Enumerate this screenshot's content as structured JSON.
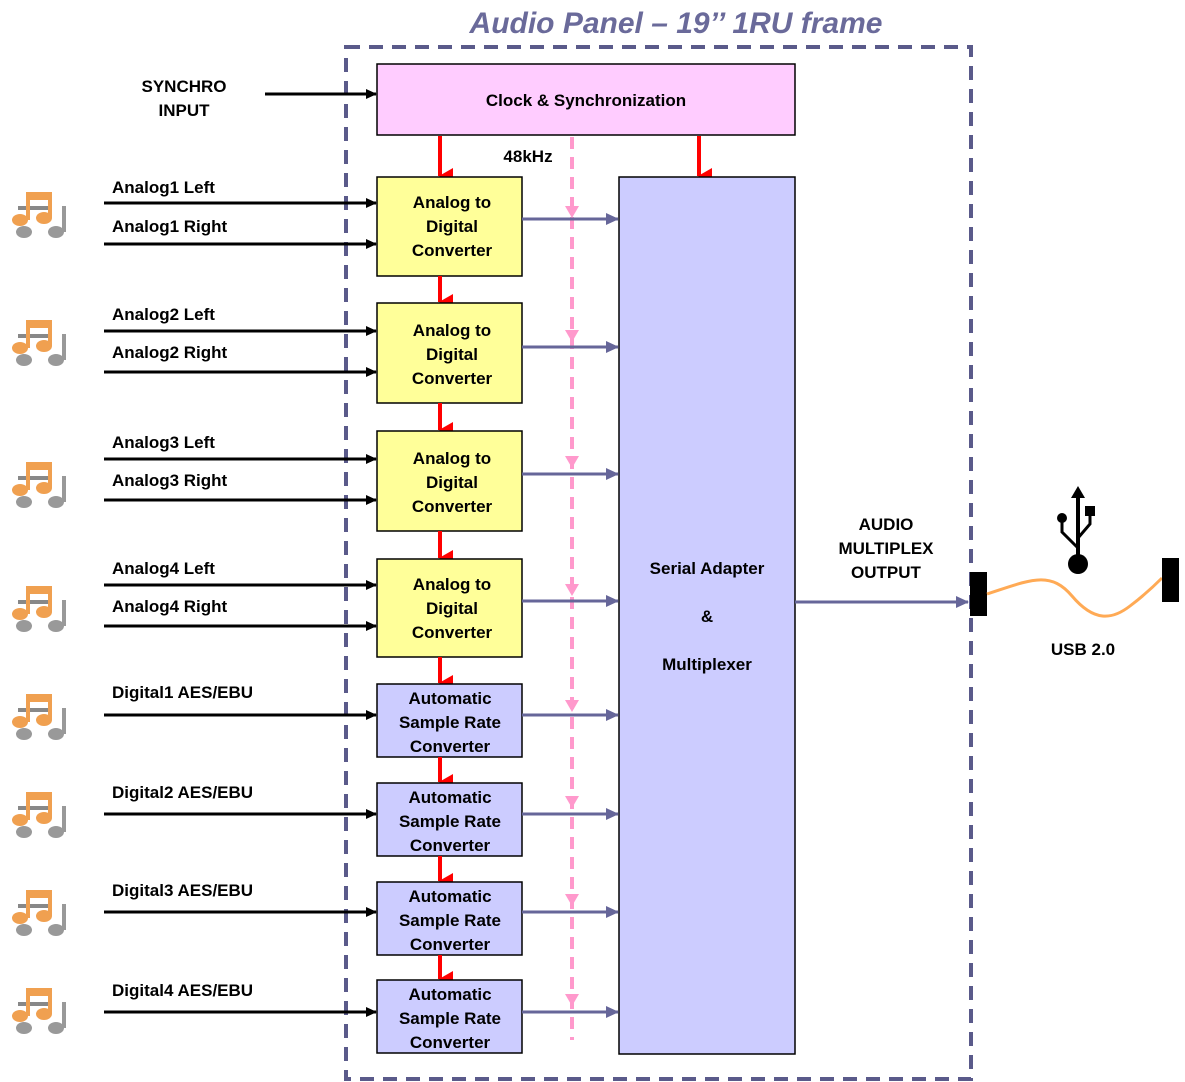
{
  "diagram": {
    "title": "Audio Panel – 19’’ 1RU frame",
    "sync_input_line1": "SYNCHRO",
    "sync_input_line2": "INPUT",
    "clock_label": "Clock & Synchronization",
    "clock_rate": "48kHz",
    "analog_channels": [
      {
        "left": "Analog1 Left",
        "right": "Analog1 Right"
      },
      {
        "left": "Analog2 Left",
        "right": "Analog2 Right"
      },
      {
        "left": "Analog3 Left",
        "right": "Analog3 Right"
      },
      {
        "left": "Analog4 Left",
        "right": "Analog4 Right"
      }
    ],
    "adc": {
      "line1": "Analog to",
      "line2": "Digital",
      "line3": "Converter"
    },
    "digital_inputs": [
      "Digital1 AES/EBU",
      "Digital2 AES/EBU",
      "Digital3 AES/EBU",
      "Digital4 AES/EBU"
    ],
    "asrc": {
      "line1": "Automatic",
      "line2": "Sample Rate",
      "line3": "Converter"
    },
    "mux": {
      "line1": "Serial Adapter",
      "line2": "&",
      "line3": "Multiplexer"
    },
    "output": {
      "line1": "AUDIO",
      "line2": "MULTIPLEX",
      "line3": "OUTPUT"
    },
    "usb_label": "USB 2.0",
    "colors": {
      "frame": "#5a5a8a",
      "clock_fill": "#ffccff",
      "adc_fill": "#ffff99",
      "asrc_fill": "#ccccff",
      "mux_fill": "#ccccff",
      "sync_arrow": "#ff0000",
      "clock_line": "#ff99cc",
      "data_arrow": "#666699",
      "cable": "#ffaa55",
      "note_icon": "#f0a050"
    },
    "icons": [
      "music-note-icon",
      "usb-icon"
    ]
  }
}
